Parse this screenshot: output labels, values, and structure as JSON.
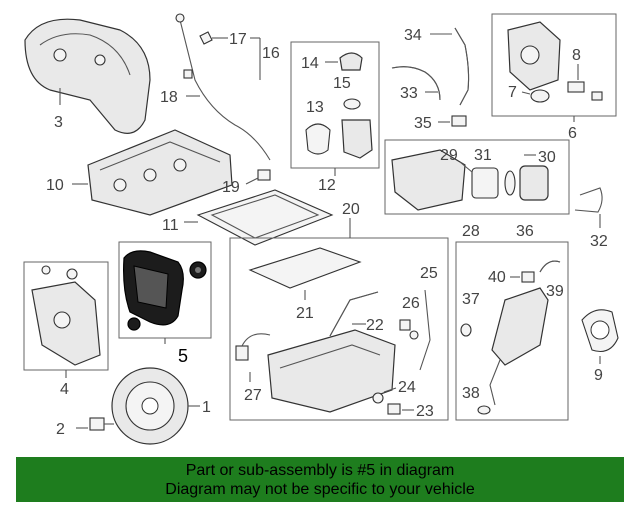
{
  "callouts": {
    "c1": "1",
    "c2": "2",
    "c3": "3",
    "c4": "4",
    "c5": "5",
    "c6": "6",
    "c7": "7",
    "c8": "8",
    "c9": "9",
    "c10": "10",
    "c11": "11",
    "c12": "12",
    "c13": "13",
    "c14": "14",
    "c15": "15",
    "c16": "16",
    "c17": "17",
    "c18": "18",
    "c19": "19",
    "c20": "20",
    "c21": "21",
    "c22": "22",
    "c23": "23",
    "c24": "24",
    "c25": "25",
    "c26": "26",
    "c27": "27",
    "c28": "28",
    "c29": "29",
    "c30": "30",
    "c31": "31",
    "c32": "32",
    "c33": "33",
    "c34": "34",
    "c35": "35",
    "c36": "36",
    "c37": "37",
    "c38": "38",
    "c39": "39",
    "c40": "40"
  },
  "banner": {
    "line1": "Part or sub-assembly is #5 in diagram",
    "line2": "Diagram may not be specific to your vehicle"
  },
  "colors": {
    "banner_bg": "#1e7d1e",
    "highlight_part": "#1c1c1c"
  }
}
